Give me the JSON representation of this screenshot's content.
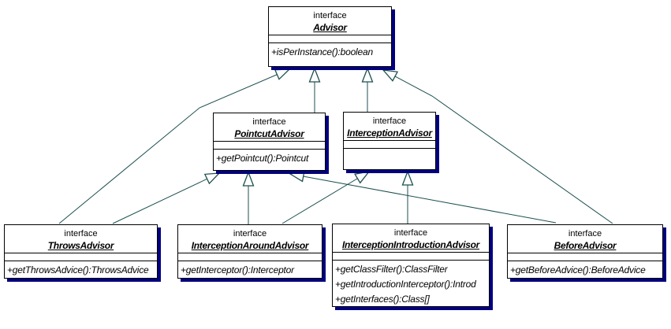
{
  "diagram": {
    "kind": "uml-class-diagram",
    "background_color": "#ffffff",
    "line_color": "#1d4f4f",
    "box_border_color": "#000000",
    "box_shadow_color": "#000080"
  },
  "interfaces": [
    {
      "stereotype": "interface",
      "name": "Advisor",
      "methods": [
        "+isPerInstance():boolean"
      ]
    },
    {
      "stereotype": "interface",
      "name": "PointcutAdvisor",
      "methods": [
        "+getPointcut():Pointcut"
      ]
    },
    {
      "stereotype": "interface",
      "name": "InterceptionAdvisor",
      "methods": []
    },
    {
      "stereotype": "interface",
      "name": "ThrowsAdvisor",
      "methods": [
        "+getThrowsAdvice():ThrowsAdvice"
      ]
    },
    {
      "stereotype": "interface",
      "name": "InterceptionAroundAdvisor",
      "methods": [
        "+getInterceptor():Interceptor"
      ]
    },
    {
      "stereotype": "interface",
      "name": "InterceptionIntroductionAdvisor",
      "methods": [
        "+getClassFilter():ClassFilter",
        "+getIntroductionInterceptor():Introd",
        "+getInterfaces():Class[]"
      ]
    },
    {
      "stereotype": "interface",
      "name": "BeforeAdvisor",
      "methods": [
        "+getBeforeAdvice():BeforeAdvice"
      ]
    }
  ],
  "generalizations": [
    {
      "from": "PointcutAdvisor",
      "to": "Advisor"
    },
    {
      "from": "InterceptionAdvisor",
      "to": "Advisor"
    },
    {
      "from": "ThrowsAdvisor",
      "to": "Advisor"
    },
    {
      "from": "BeforeAdvisor",
      "to": "Advisor"
    },
    {
      "from": "ThrowsAdvisor",
      "to": "PointcutAdvisor"
    },
    {
      "from": "InterceptionAroundAdvisor",
      "to": "PointcutAdvisor"
    },
    {
      "from": "BeforeAdvisor",
      "to": "PointcutAdvisor"
    },
    {
      "from": "InterceptionAroundAdvisor",
      "to": "InterceptionAdvisor"
    },
    {
      "from": "InterceptionIntroductionAdvisor",
      "to": "InterceptionAdvisor"
    }
  ]
}
